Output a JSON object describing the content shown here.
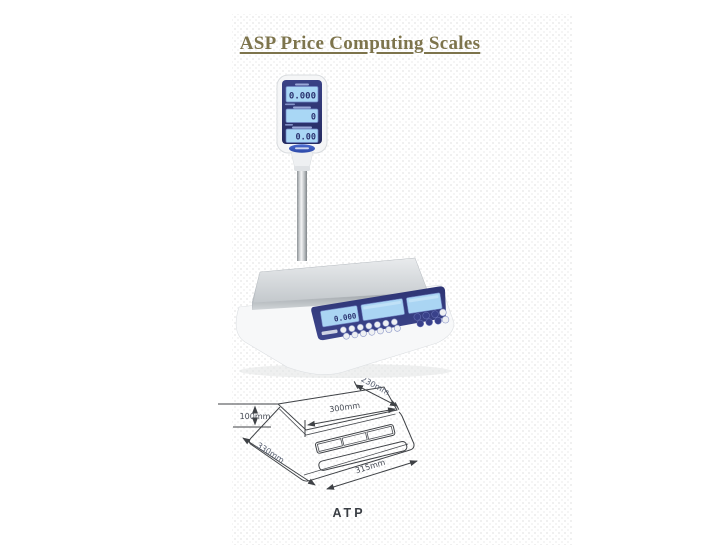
{
  "page": {
    "title": "ASP Price Computing Scales"
  },
  "product_photo": {
    "pole_display": {
      "weight": "0.000",
      "unit_price": "0",
      "total_price": "0.00"
    },
    "base_display": {
      "weight": "0.000"
    }
  },
  "diagram": {
    "caption": "ATP",
    "dimensions": {
      "platter_depth": "230mm",
      "platter_width": "300mm",
      "height": "100mm",
      "base_depth": "330mm",
      "base_width": "315mm"
    }
  },
  "colors": {
    "title": "#7d744c",
    "panel_navy": "#2e3576",
    "lcd_blue": "#a9d7f5"
  }
}
